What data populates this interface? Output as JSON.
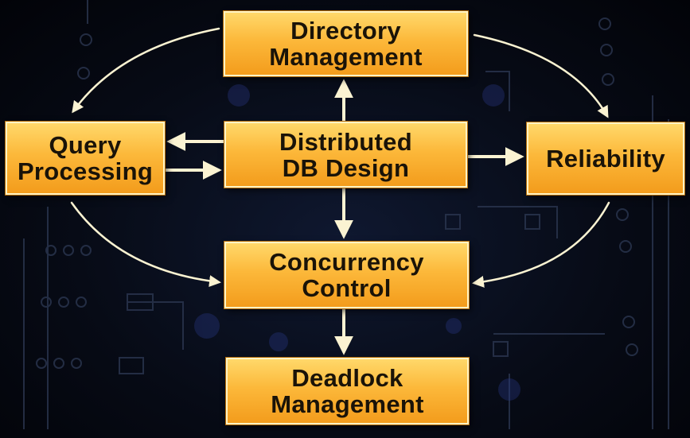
{
  "diagram": {
    "nodes": [
      {
        "id": "directory",
        "label": "Directory\nManagement"
      },
      {
        "id": "query",
        "label": "Query\nProcessing"
      },
      {
        "id": "distributed",
        "label": "Distributed\nDB Design"
      },
      {
        "id": "reliability",
        "label": "Reliability"
      },
      {
        "id": "concurrency",
        "label": "Concurrency\nControl"
      },
      {
        "id": "deadlock",
        "label": "Deadlock\nManagement"
      }
    ],
    "edges": [
      {
        "from": "distributed",
        "to": "directory"
      },
      {
        "from": "distributed",
        "to": "query"
      },
      {
        "from": "query",
        "to": "distributed"
      },
      {
        "from": "distributed",
        "to": "reliability"
      },
      {
        "from": "distributed",
        "to": "concurrency"
      },
      {
        "from": "concurrency",
        "to": "deadlock"
      },
      {
        "from": "directory",
        "to": "query"
      },
      {
        "from": "directory",
        "to": "reliability"
      },
      {
        "from": "query",
        "to": "concurrency"
      },
      {
        "from": "reliability",
        "to": "concurrency"
      }
    ],
    "colors": {
      "box_fill_top": "#ffd86a",
      "box_fill_bottom": "#f39c1c",
      "text": "#1a1308",
      "arrow": "#fbf3d2",
      "background": "#05070d"
    }
  }
}
